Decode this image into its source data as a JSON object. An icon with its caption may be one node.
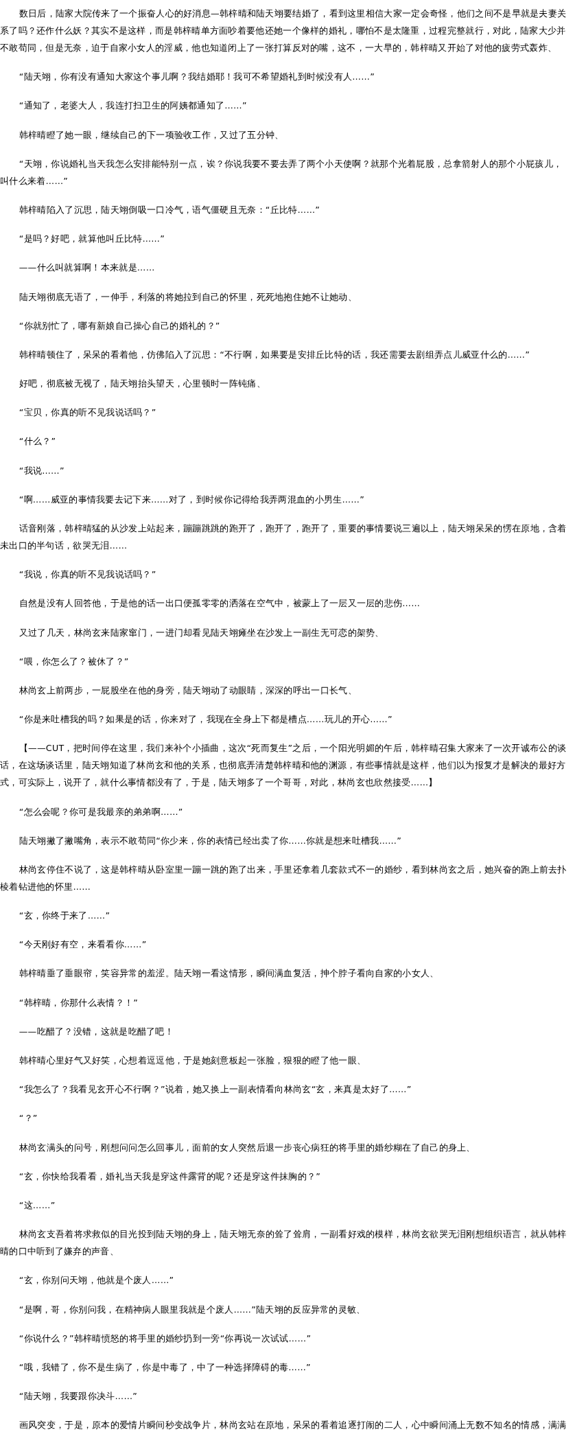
{
  "diagram": {
    "labels": [
      "数日后，陆家大院传来了一个振奋人心的好消息—韩梓晴和陆天翊要结婚了，看到这里相信大家一定会奇怪，他们之间不是早就是夫妻关系了吗？还作什么妖？其实不是这样，而是韩梓晴单方面吵着要他还她一个像样的婚礼，哪怕不是太隆重，过程完整就行，对此，陆家大少并不敢苟同，但是无奈，迫于自家小女人的淫威，他也知道闭上了一张打算反对的嘴，这不，一大早的，韩梓晴又开始了对他的疲劳式轰炸、",
      "“陆天翊，你有没有通知大家这个事儿啊？我结婚耶！我可不希望婚礼到时候没有人……”",
      "“通知了，老婆大人，我连打扫卫生的阿姨都通知了……”",
      "韩梓晴瞪了她一眼，继续自己的下一项验收工作，又过了五分钟、",
      "“天翊，你说婚礼当天我怎么安排能特别一点，诶？你说我要不要去弄了两个小天使啊？就那个光着屁股，总拿箭射人的那个小屁孩儿，叫什么来着……”",
      "韩梓晴陷入了沉思，陆天翊倒吸一口冷气，语气僵硬且无奈：“丘比特……”",
      "“是吗？好吧，就算他叫丘比特……”",
      "——什么叫就算啊！本来就是……",
      "陆天翊彻底无语了，一伸手，利落的将她拉到自己的怀里，死死地抱住她不让她动、",
      "“你就别忙了，哪有新娘自己操心自己的婚礼的？”",
      "韩梓晴顿住了，呆呆的看着他，仿佛陷入了沉思：“不行啊，如果要是安排丘比特的话，我还需要去剧组弄点儿威亚什么的……”",
      "好吧，彻底被无视了，陆天翊抬头望天，心里顿时一阵钝痛、",
      "“宝贝，你真的听不见我说话吗？”",
      "“什么？”",
      "“我说……”",
      "“啊……威亚的事情我要去记下来……对了，到时候你记得给我弄两混血的小男生……”",
      "话音刚落，韩梓晴猛的从沙发上站起来，蹦蹦跳跳的跑开了，跑开了，跑开了，重要的事情要说三遍以上，陆天翊呆呆的愣在原地，含着未出口的半句话，欲哭无泪……",
      "“我说，你真的听不见我说话吗？”",
      "自然是没有人回答他，于是他的话一出口便孤零零的洒落在空气中，被蒙上了一层又一层的悲伤……",
      "又过了几天，林尚玄来陆家窜门，一进门却看见陆天翊瘫坐在沙发上一副生无可恋的架势、",
      "“喂，你怎么了？被休了？”",
      "林尚玄上前两步，一屁股坐在他的身旁，陆天翊动了动眼睛，深深的呼出一口长气、",
      "“你是来吐槽我的吗？如果是的话，你来对了，我现在全身上下都是槽点……玩儿的开心……”",
      "【——CUT，把时间停在这里，我们来补个小插曲，这次“死而复生”之后，一个阳光明媚的午后，韩梓晴召集大家来了一次开诚布公的谈话，在这场谈话里，陆天翊知道了林尚玄和他的关系，也彻底弄清楚韩梓晴和他的渊源，有些事情就是这样，他们以为报复才是解决的最好方式，可实际上，说开了，就什么事情都没有了，于是，陆天翊多了一个哥哥，对此，林尚玄也欣然接受……】",
      "“怎么会呢？你可是我最亲的弟弟啊……”",
      "陆天翊撇了撇嘴角，表示不敢苟同“你少来，你的表情已经出卖了你……你就是想来吐槽我……”",
      "林尚玄停住不说了，这是韩梓晴从卧室里一蹦一跳的跑了出来，手里还拿着几套款式不一的婚纱，看到林尚玄之后，她兴奋的跑上前去扑棱着钻进他的怀里……",
      "“玄，你终于来了……”",
      "“今天刚好有空，来看看你……”",
      "韩梓晴垂了垂眼帘，笑容异常的羞涩。陆天翊一看这情形，瞬间满血复活，抻个脖子看向自家的小女人、",
      "“韩梓晴，你那什么表情？！”",
      "——吃醋了？没错，这就是吃醋了吧！",
      "韩梓晴心里好气又好笑，心想着逗逗他，于是她刻意板起一张脸，狠狠的瞪了他一眼、",
      "“我怎么了？我看见玄开心不行啊？”说着，她又换上一副表情看向林尚玄“玄，来真是太好了……”",
      "“？”",
      "林尚玄满头的问号，刚想问问怎么回事儿，面前的女人突然后退一步丧心病狂的将手里的婚纱糊在了自己的身上、",
      "“玄，你快给我看看，婚礼当天我是穿这件露背的呢？还是穿这件抹胸的？”",
      "“这……”",
      "林尚玄支吾着将求救似的目光投到陆天翊的身上，陆天翊无奈的耸了耸肩，一副看好戏的模样，林尚玄欲哭无泪刚想组织语言，就从韩梓晴的口中听到了嫌弃的声音、",
      "“玄，你别问天翊，他就是个废人……”",
      "“是啊，哥，你别问我，在精神病人眼里我就是个废人……”陆天翊的反应异常的灵敏、",
      "“你说什么？”韩梓晴愤怒的将手里的婚纱扔到一旁“你再说一次试试……”",
      "“哦，我错了，你不是生病了，你是中毒了，中了一种选择障碍的毒……”",
      "“陆天翊，我要跟你决斗……”",
      "画风突变，于是，原本的爱情片瞬间秒变战争片，林尚玄站在原地，呆呆的看着追逐打闹的二人，心中瞬间涌上无数不知名的情感，满满的，仿佛要溢出来一样，林尚玄知道，他从来都不是一个能读懂自己内心的人，但是这一次，他懂，并且从来没有像现在这"
    ]
  }
}
